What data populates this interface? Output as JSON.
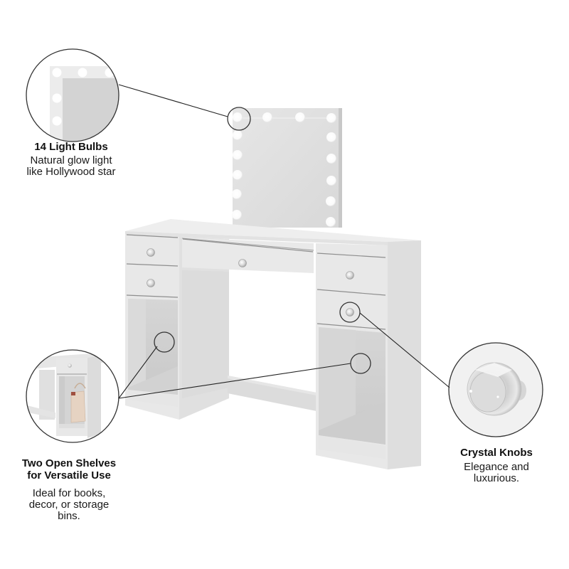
{
  "product": {
    "name": "Vanity desk with lighted mirror",
    "colors": {
      "body": "#e9e9e9",
      "body_side": "#dcdcdc",
      "shelf_inner": "#cfcfcf",
      "mirror": "#dedede",
      "bulb": "#ffffff",
      "callout_line": "#222222",
      "handbag": "#e6d3c2"
    },
    "bulb_count": 14
  },
  "callouts": [
    {
      "id": "bulbs",
      "title": "14 Light Bulbs",
      "desc_line1": "Natural glow light",
      "desc_line2": "like Hollywood star",
      "icon": "magnify-circle-mirror-corner"
    },
    {
      "id": "shelves",
      "title_line1": "Two Open Shelves",
      "title_line2": "for Versatile Use",
      "desc_line1": "Ideal for books,",
      "desc_line2": "decor, or storage",
      "desc_line3": "bins.",
      "icon": "magnify-circle-shelf-with-bag"
    },
    {
      "id": "knobs",
      "title": "Crystal Knobs",
      "desc_line1": "Elegance and",
      "desc_line2": "luxurious.",
      "icon": "magnify-circle-crystal-knob"
    }
  ]
}
